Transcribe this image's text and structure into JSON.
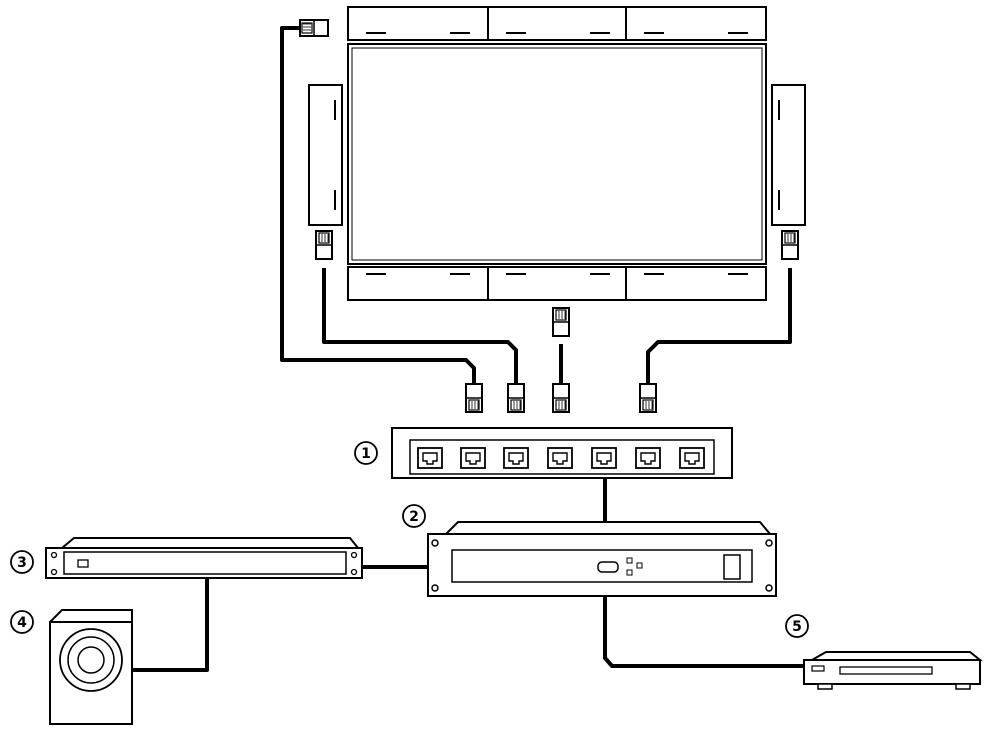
{
  "callouts": {
    "switch": "1",
    "amplifier": "2",
    "rack_unit": "3",
    "speaker": "4",
    "media_player": "5"
  },
  "colors": {
    "stroke": "#000000",
    "fill": "#ffffff",
    "panel_shade": "#f2f2f2",
    "port_fill": "#ffffff"
  },
  "icons": {
    "connector": "rj45-plug-icon",
    "port": "ethernet-port-icon"
  },
  "switch": {
    "port_count": 7
  },
  "speaker_panels": {
    "top_count": 3,
    "bottom_count": 3,
    "side_count": 2
  }
}
